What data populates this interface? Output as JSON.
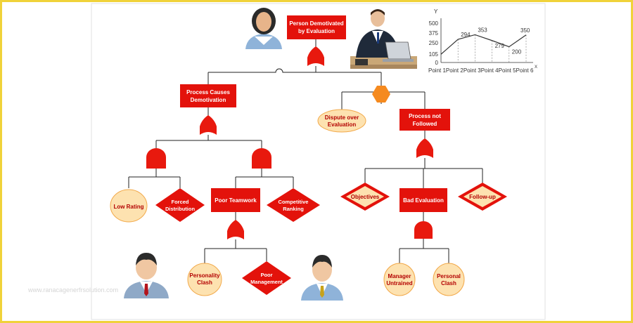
{
  "colors": {
    "accent_red": "#e3120b",
    "event_ellipse": "#fde2b0",
    "gate_or": "#e8190e",
    "inhibit": "#f58a1f",
    "frame": "#f0d23a"
  },
  "nodes": {
    "top": "Person Demotivated by Evaluation",
    "process_causes": "Process Causes Demotivation",
    "dispute": "Dispute over Evaluation",
    "process_not_followed": "Process not Followed",
    "low_rating": "Low Rating",
    "forced_distribution": "Forced Distribution",
    "poor_teamwork": "Poor Teamwork",
    "competitive_ranking": "Competitive Ranking",
    "objectives": "Objectives",
    "bad_evaluation": "Bad Evaluation",
    "follow_up": "Follow-up",
    "personality_clash": "Personality Clash",
    "poor_management": "Poor Management",
    "manager_untrained": "Manager Untrained",
    "personal_clash": "Personal Clash"
  },
  "gates": [
    {
      "name": "or-gate-top",
      "type": "or"
    },
    {
      "name": "inhibit-gate",
      "type": "inhibit"
    },
    {
      "name": "or-gate-process-causes",
      "type": "or"
    },
    {
      "name": "and-gate-left",
      "type": "and"
    },
    {
      "name": "and-gate-middle",
      "type": "and"
    },
    {
      "name": "or-gate-process-not-followed",
      "type": "or"
    },
    {
      "name": "or-gate-poor-teamwork",
      "type": "or"
    },
    {
      "name": "and-gate-bad-evaluation",
      "type": "and"
    }
  ],
  "icons": [
    "woman-avatar-icon",
    "businessman-laptop-icon",
    "man-avatar-icon"
  ],
  "chart_data": {
    "type": "line",
    "categories": [
      "Point 1",
      "Point 2",
      "Point 3",
      "Point 4",
      "Point 5",
      "Point 6"
    ],
    "axis_text": "Point 1Point 2Point 3Point 4Point 5Point 6",
    "x_letter": "X",
    "y_letter": "Y",
    "series": [
      {
        "values": [
          105,
          294,
          353,
          279,
          200,
          350
        ]
      }
    ],
    "data_labels": [
      "294",
      "353",
      "279",
      "200",
      "350"
    ],
    "ylabels": [
      "500",
      "375",
      "250",
      "105",
      "0"
    ],
    "ylim": [
      0,
      500
    ],
    "grid": false
  }
}
